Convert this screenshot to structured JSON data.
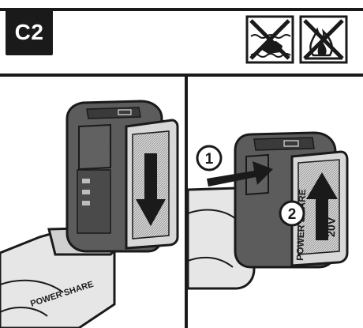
{
  "step_label": "C2",
  "warning_icons": [
    "no-water-immersion-icon",
    "no-fire-icon"
  ],
  "step_numbers": [
    "1",
    "2"
  ],
  "battery_brand_text": "POWER SHARE",
  "battery_voltage_text": "20V",
  "tool_brand_text": "POWER SHARE",
  "colors": {
    "ink": "#1a1a1a",
    "paper": "#ffffff",
    "battery_body": "#5c5c5c",
    "battery_face": "#d8d8d8",
    "tool_body": "#e6e6e6"
  }
}
